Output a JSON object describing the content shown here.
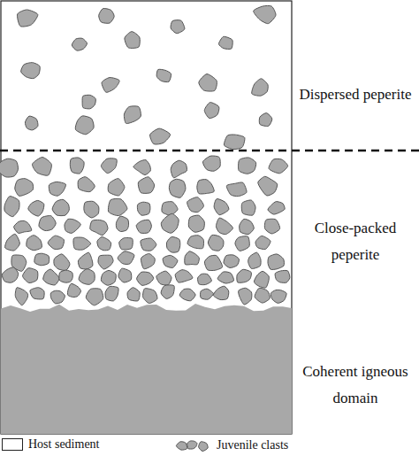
{
  "diagram": {
    "labels": [
      "Dispersed peperite",
      "Close-packed peperite",
      "Coherent igneous domain"
    ],
    "legend": [
      {
        "text": "Host sediment",
        "color": "#ffffff"
      },
      {
        "text": "Juvenile clasts"
      }
    ]
  }
}
